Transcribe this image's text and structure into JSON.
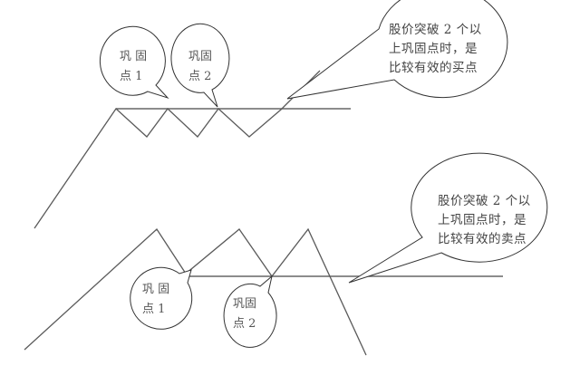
{
  "diagram": {
    "colors": {
      "line": "#555555",
      "bubble_stroke": "#333333",
      "text": "#555555",
      "background": "#ffffff"
    },
    "top_section": {
      "meaning": "buy-signal pattern: price breaks above horizontal resistance after two consolidation points",
      "bubbles": [
        {
          "id": "consolidation-1",
          "line1": "巩 固",
          "line2": "点 1"
        },
        {
          "id": "consolidation-2",
          "line1": "巩固",
          "line2": "点 2"
        }
      ],
      "callout": {
        "line1": "股价突破 2 个以",
        "line2": "上巩固点时，是",
        "line3": "比较有效的买点"
      }
    },
    "bottom_section": {
      "meaning": "sell-signal pattern: price breaks below horizontal support after two consolidation points",
      "bubbles": [
        {
          "id": "consolidation-1",
          "line1": "巩 固",
          "line2": "点 1"
        },
        {
          "id": "consolidation-2",
          "line1": "巩固",
          "line2": "点 2"
        }
      ],
      "callout": {
        "line1": "股价突破 2 个以",
        "line2": "上巩固点时，是",
        "line3": "比较有效的卖点"
      }
    }
  }
}
